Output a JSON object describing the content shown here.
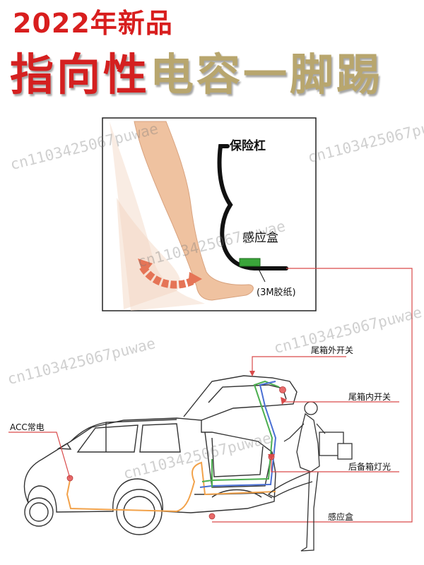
{
  "header": {
    "year_line": "2022年新品",
    "title_red": "指向性",
    "title_gold": "电容一脚踢"
  },
  "inset": {
    "bumper_label": "保险杠",
    "sensor_label": "感应盒",
    "tape_label": "(3M胶纸)"
  },
  "car": {
    "acc_label": "ACC常电",
    "outer_switch_label": "尾箱外开关",
    "inner_switch_label": "尾箱内开关",
    "trunk_light_label": "后备箱灯光",
    "sensor_label": "感应盒"
  },
  "watermark": {
    "text": "cn1103425067puwae"
  },
  "colors": {
    "title_red": "#d42020",
    "title_gold": "#b8a66e",
    "sensor_green": "#3aa53a",
    "leader_red": "#d94a4a",
    "wire_orange": "#f2a24a",
    "wire_green": "#4caf50",
    "wire_blue": "#4a6fd4"
  }
}
